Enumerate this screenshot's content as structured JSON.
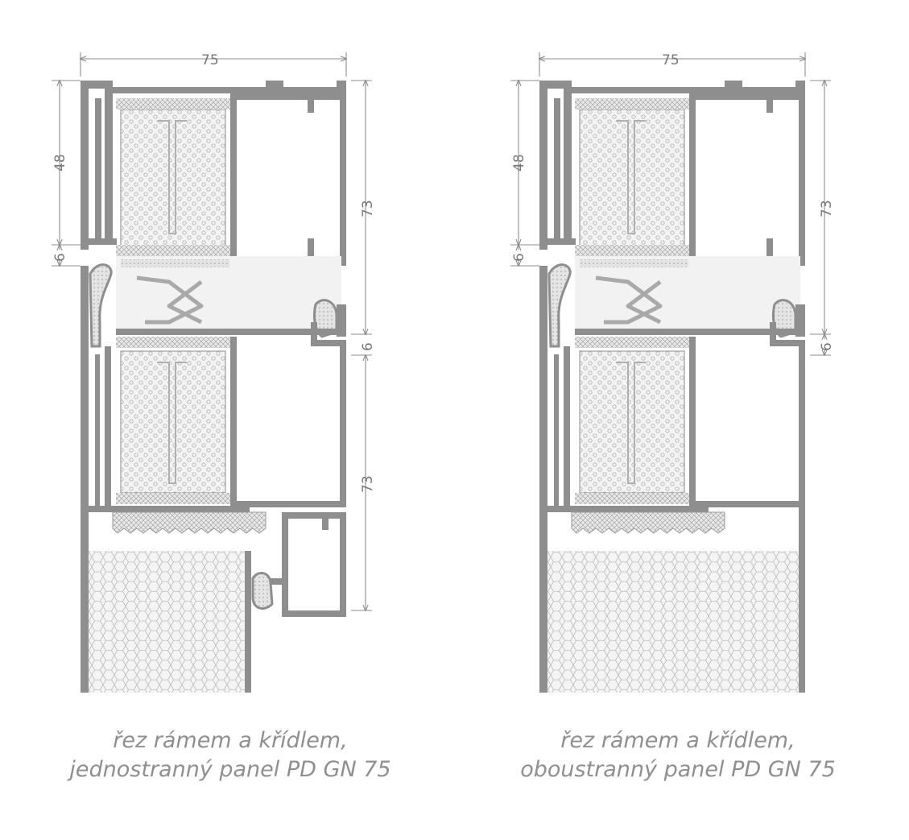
{
  "colors": {
    "profile": "#8e8e8e",
    "insulation_fill": "#f0f0f0",
    "gasket": "#a6a6a6",
    "dimension_line": "#8c8c8c",
    "caption": "#8f8f8f"
  },
  "diagrams": [
    {
      "id": "single-sided",
      "dimensions": {
        "width": "75",
        "frame_height": "48",
        "gap_left": "6",
        "upper_height": "73",
        "gap_right": "6",
        "lower_height": "73"
      },
      "caption": {
        "line1": "řez rámem a křídlem,",
        "line2": "jednostranný panel PD GN 75"
      }
    },
    {
      "id": "double-sided",
      "dimensions": {
        "width": "75",
        "frame_height": "48",
        "gap_left": "6",
        "upper_height": "73",
        "gap_right": "6"
      },
      "caption": {
        "line1": "řez rámem a křídlem,",
        "line2": "oboustranný panel PD GN 75"
      }
    }
  ]
}
